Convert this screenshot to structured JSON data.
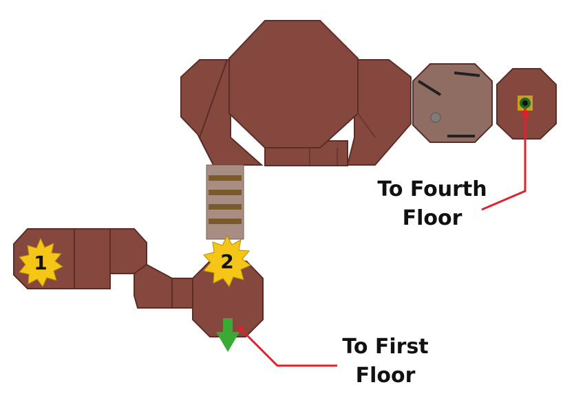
{
  "map": {
    "colors": {
      "room": "#84483f",
      "room_outline": "#5c2c26",
      "landing_room": "#8f6d63",
      "stairs_light": "#a88d82",
      "stairs_dark": "#7a5a2a",
      "marker_star": "#f5c518",
      "down_arrow": "#3aaa35",
      "callout_line": "#e0202a",
      "hole": "#1a6a2a"
    },
    "markers": [
      {
        "number": "1",
        "icon": "star-burst-icon"
      },
      {
        "number": "2",
        "icon": "star-burst-icon"
      }
    ],
    "callouts": {
      "fourth_floor": "To Fourth\nFloor",
      "first_floor": "To First\nFloor"
    },
    "icons": {
      "down_arrow": "arrow-down-icon",
      "ladder_hole": "hole-icon"
    }
  }
}
